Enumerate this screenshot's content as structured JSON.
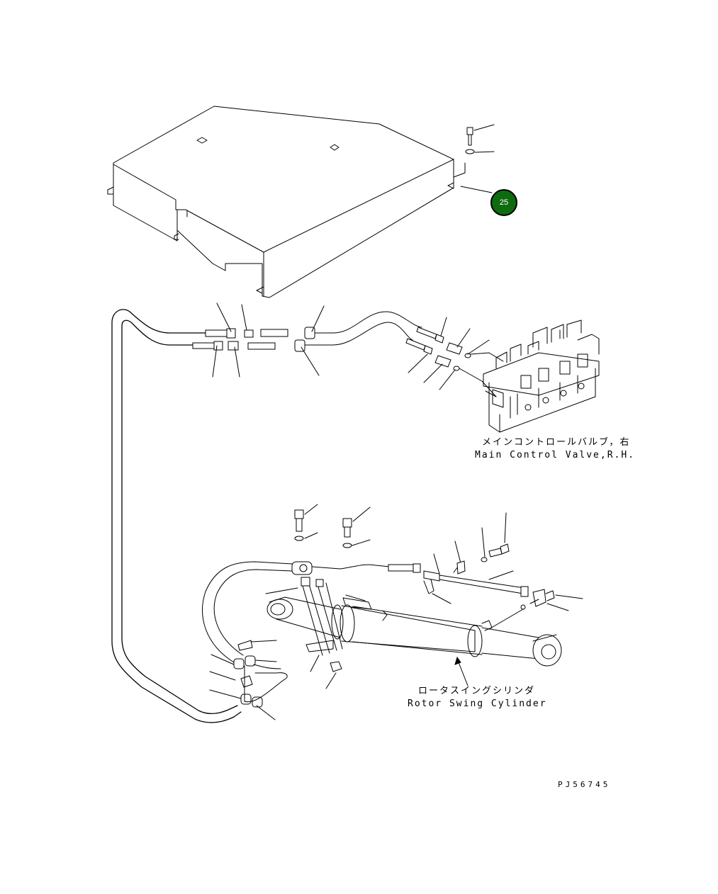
{
  "callout": {
    "number": "25"
  },
  "labels": {
    "main_control_valve_jp": "メインコントロールバルブ，右",
    "main_control_valve_en": "Main Control Valve,R.H.",
    "rotor_swing_cylinder_jp": "ロータスイングシリンダ",
    "rotor_swing_cylinder_en": "Rotor Swing Cylinder",
    "drawing_code": "PJ56745"
  },
  "colors": {
    "callout_fill": "#0f6b0f",
    "line": "#000000",
    "background": "#ffffff"
  }
}
